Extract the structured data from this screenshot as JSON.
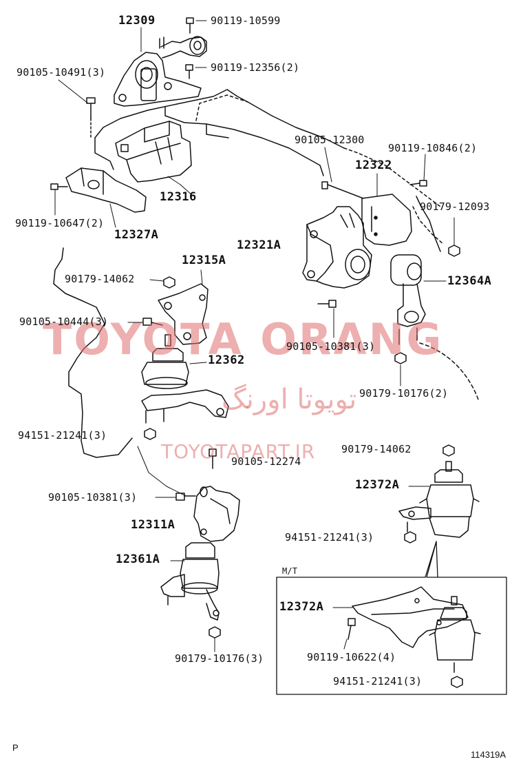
{
  "watermark": {
    "brand": "TOYOTA ORANG",
    "persian": "تويوتا اورنگ",
    "url": "TOYOTAPART.IR"
  },
  "inset": {
    "title": "M/T"
  },
  "footer": {
    "left": "P",
    "right": "114319A"
  },
  "labels": {
    "p12309": "12309",
    "p90119_10599": "90119-10599",
    "p90119_12356": "90119-12356(2)",
    "p90105_10491": "90105-10491(3)",
    "p90105_12300": "90105-12300",
    "p90119_10846": "90119-10846(2)",
    "p12322": "12322",
    "p12316": "12316",
    "p90179_12093": "90179-12093",
    "p90119_10647": "90119-10647(2)",
    "p12327A": "12327A",
    "p12321A": "12321A",
    "p12315A": "12315A",
    "p90179_14062_a": "90179-14062",
    "p12364A": "12364A",
    "p90105_10444": "90105-10444(3)",
    "p90105_10381_a": "90105-10381(3)",
    "p12362": "12362",
    "p90179_10176_a": "90179-10176(2)",
    "p94151_21241_a": "94151-21241(3)",
    "p90179_14062_b": "90179-14062",
    "p90105_12274": "90105-12274",
    "p12372A_a": "12372A",
    "p90105_10381_b": "90105-10381(3)",
    "p94151_21241_b": "94151-21241(3)",
    "p12311A": "12311A",
    "p12361A": "12361A",
    "p12372A_b": "12372A",
    "p90119_10622": "90119-10622(4)",
    "p90179_10176_b": "90179-10176(3)",
    "p94151_21241_c": "94151-21241(3)"
  }
}
